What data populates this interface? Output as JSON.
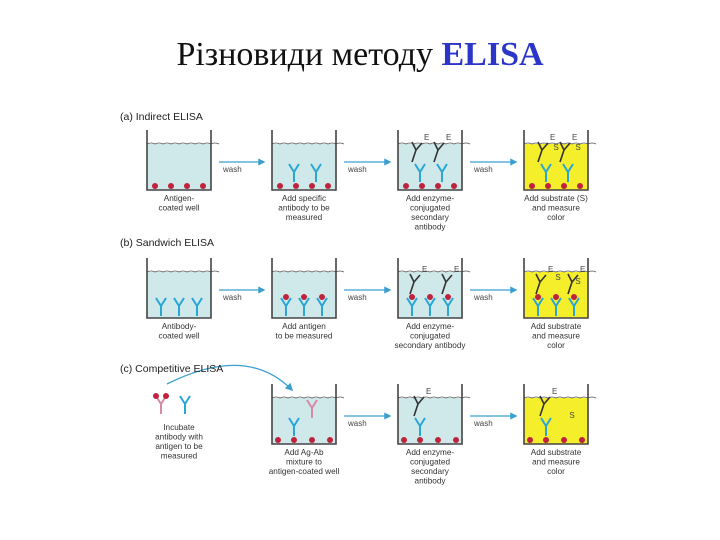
{
  "title": {
    "text": "Різновиди методу",
    "accent": "ELISA",
    "accent_color": "#2b36c8"
  },
  "colors": {
    "liquid": "#cfe9ea",
    "substrate": "#f4ef2a",
    "antigen": "#c0213b",
    "antibody": "#2aa6d6",
    "enzyme_ab": "#333333",
    "arrow": "#3a9fd0"
  },
  "panels": [
    {
      "title": "(a) Indirect ELISA",
      "wash_labels": [
        "wash",
        "wash",
        "wash"
      ],
      "captions": [
        [
          "Antigen-",
          "coated well"
        ],
        [
          "Add specific",
          "antibody to be",
          "measured"
        ],
        [
          "Add enzyme-",
          "conjugated",
          "secondary",
          "antibody"
        ],
        [
          "Add substrate (S)",
          "and measure",
          "color"
        ]
      ]
    },
    {
      "title": "(b) Sandwich ELISA",
      "wash_labels": [
        "wash",
        "wash",
        "wash"
      ],
      "captions": [
        [
          "Antibody-",
          "coated well"
        ],
        [
          "Add antigen",
          "to be measured"
        ],
        [
          "Add enzyme-",
          "conjugated",
          "secondary antibody"
        ],
        [
          "Add substrate",
          "and measure",
          "color"
        ]
      ]
    },
    {
      "title": "(c) Competitive ELISA",
      "wash_labels": [
        "wash",
        "wash"
      ],
      "captions": [
        [
          "Incubate",
          "antibody with",
          "antigen to be",
          "measured"
        ],
        [
          "Add Ag-Ab",
          "mixture to",
          "antigen-coated well"
        ],
        [
          "Add enzyme-",
          "conjugated",
          "secondary",
          "antibody"
        ],
        [
          "Add substrate",
          "and measure",
          "color"
        ]
      ]
    }
  ],
  "substrate_symbol": "S",
  "enzyme_symbol": "E"
}
